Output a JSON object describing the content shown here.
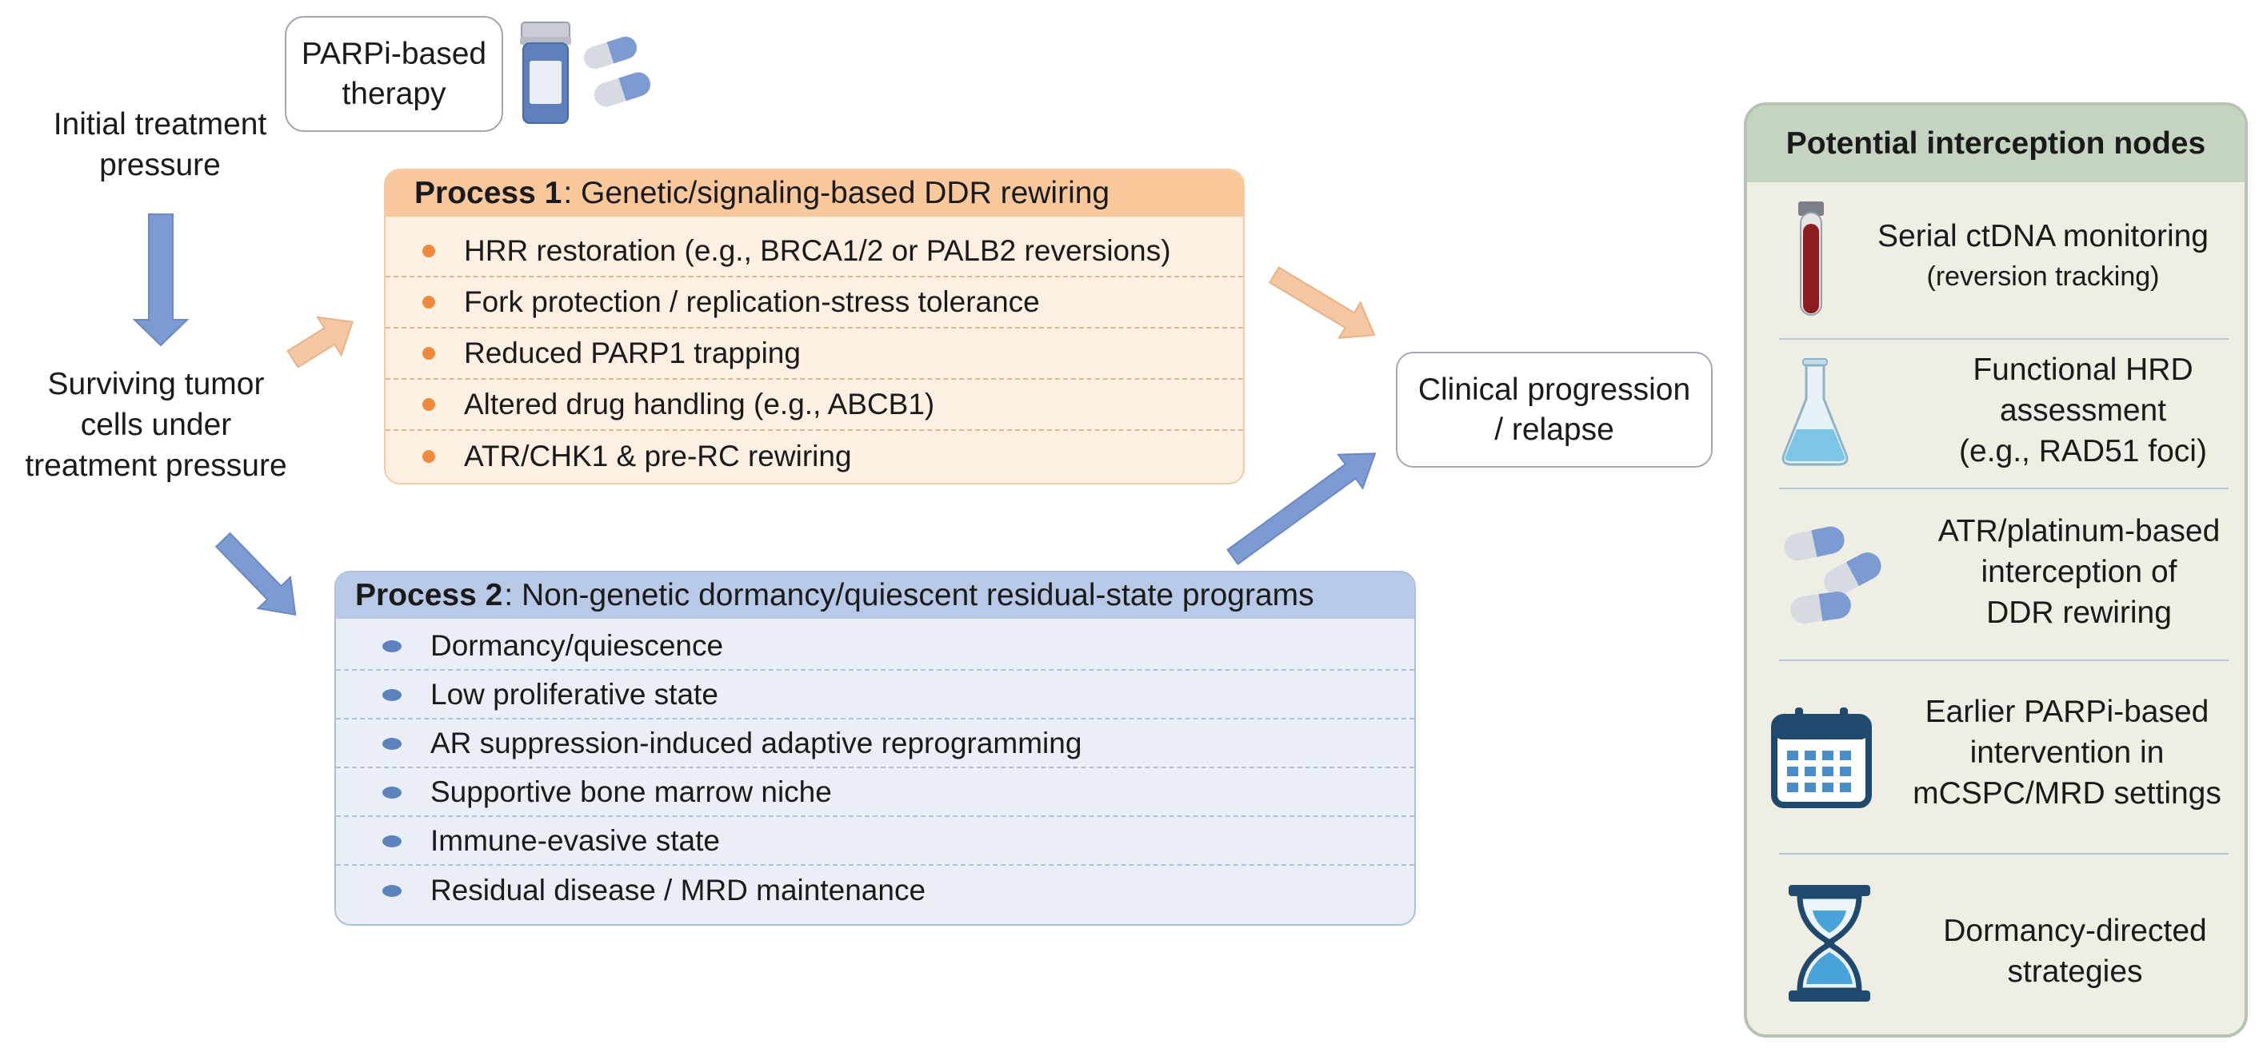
{
  "left_labels": {
    "initial": [
      "Initial treatment",
      "pressure"
    ],
    "surviving": [
      "Surviving tumor",
      "cells under",
      "treatment pressure"
    ]
  },
  "parpi_box": [
    "PARPi-based",
    "therapy"
  ],
  "process1": {
    "title_bold": "Process 1",
    "title_rest": ": Genetic/signaling-based DDR rewiring",
    "items": [
      "HRR restoration (e.g., BRCA1/2 or PALB2 reversions)",
      "Fork protection / replication-stress tolerance",
      "Reduced PARP1 trapping",
      "Altered drug handling (e.g., ABCB1)",
      "ATR/CHK1 & pre-RC rewiring"
    ]
  },
  "process2": {
    "title_bold": "Process 2",
    "title_rest": ": Non-genetic dormancy/quiescent residual-state programs",
    "items": [
      "Dormancy/quiescence",
      "Low proliferative state",
      "AR suppression-induced adaptive reprogramming",
      "Supportive bone marrow niche",
      "Immune-evasive state",
      "Residual disease / MRD maintenance"
    ]
  },
  "clinical_box": [
    "Clinical progression",
    "/ relapse"
  ],
  "panel": {
    "title": "Potential interception nodes",
    "nodes": [
      {
        "icon": "blood-tube-icon",
        "lines": [
          "Serial ctDNA monitoring"
        ],
        "sub": "(reversion tracking)"
      },
      {
        "icon": "flask-icon",
        "lines": [
          "Functional HRD",
          "assessment",
          "(e.g., RAD51 foci)"
        ]
      },
      {
        "icon": "pills-icon",
        "lines": [
          "ATR/platinum-based",
          "interception of",
          "DDR rewiring"
        ]
      },
      {
        "icon": "calendar-icon",
        "lines": [
          "Earlier PARPi-based",
          "intervention in",
          "mCSPC/MRD settings"
        ]
      },
      {
        "icon": "hourglass-icon",
        "lines": [
          "Dormancy-directed",
          "strategies"
        ]
      }
    ]
  },
  "colors": {
    "process1_fill": "#fdefe1",
    "process1_header": "#f8c89c",
    "process1_bullet": "#ef8a3f",
    "process2_fill": "#e9eef7",
    "process2_header": "#b7c9e6",
    "process2_bullet": "#5d83bf",
    "blue_arrow": "#7c9bd2",
    "orange_arrow": "#f5c6a2",
    "panel_fill": "#eeeee4",
    "panel_header": "#c5d4c1"
  }
}
